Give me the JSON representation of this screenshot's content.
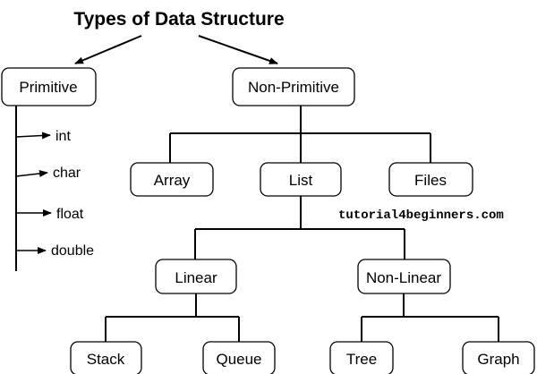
{
  "title": "Types of Data Structure",
  "watermark": "tutorial4beginners.com",
  "nodes": {
    "primitive": "Primitive",
    "non_primitive": "Non-Primitive",
    "array": "Array",
    "list": "List",
    "files": "Files",
    "linear": "Linear",
    "non_linear": "Non-Linear",
    "stack": "Stack",
    "queue": "Queue",
    "tree": "Tree",
    "graph": "Graph"
  },
  "primitive_types": [
    "int",
    "char",
    "float",
    "double"
  ]
}
